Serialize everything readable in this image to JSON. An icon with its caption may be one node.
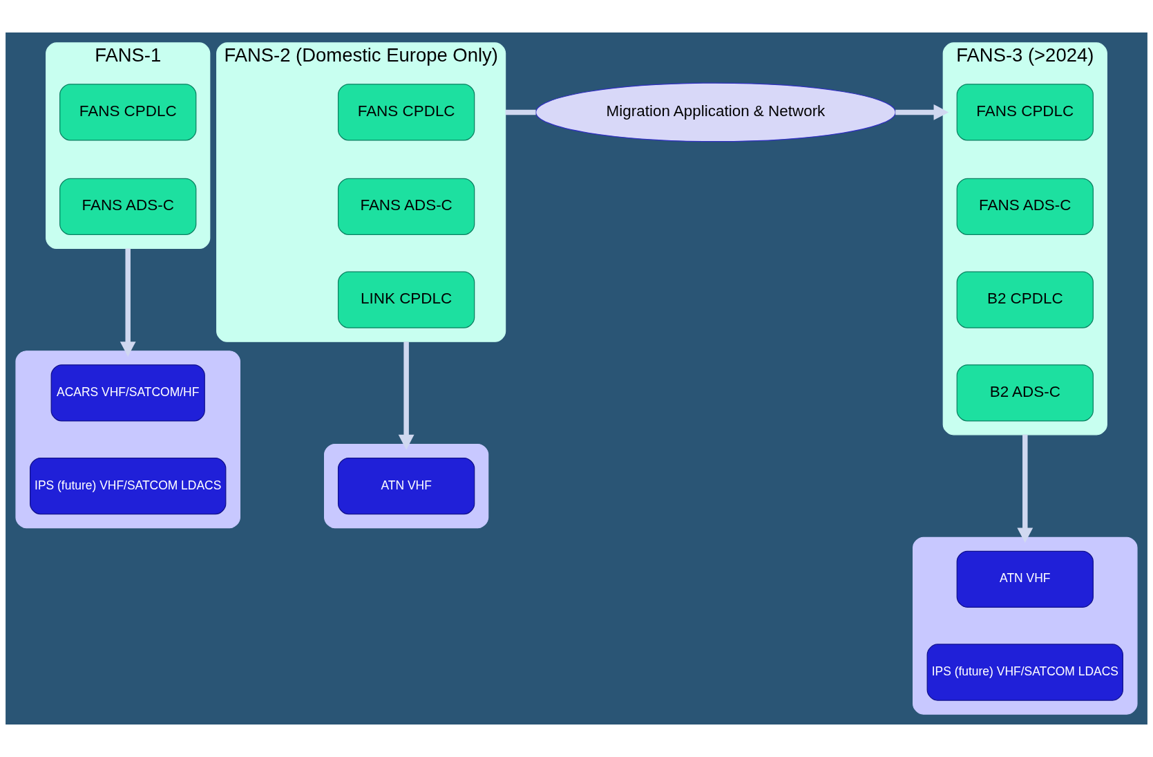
{
  "diagram": {
    "nodes": [
      {
        "text": [
          "FANS-1"
        ]
      },
      {
        "text": [
          "FANS CPDLC"
        ],
        "in": 0
      },
      {
        "text": [
          "FANS ADS-C"
        ],
        "in": 0
      },
      {
        "text": [],
        "shape": "box"
      },
      {
        "text": [
          "ACARS VHF/SATCOM/HF"
        ],
        "in": 3
      },
      {
        "text": [
          "IPS (future) VHF/SATCOM LDACS"
        ],
        "in": 3
      },
      {
        "text": [
          "FANS-2 (Domestic Europe Only)"
        ]
      },
      {
        "text": [
          "FANS CPDLC"
        ],
        "in": 6
      },
      {
        "text": [
          "FANS ADS-C"
        ],
        "in": 6
      },
      {
        "text": [
          "LINK CPDLC"
        ],
        "in": 6
      },
      {
        "text": [],
        "shape": "box"
      },
      {
        "text": [
          "ATN VHF"
        ],
        "in": 10
      },
      {
        "text": [
          "Migration Application & Network"
        ]
      },
      {
        "text": [
          "FANS-3 (>2024)"
        ]
      },
      {
        "text": [
          "FANS CPDLC"
        ],
        "in": 13
      },
      {
        "text": [
          "FANS ADS-C"
        ],
        "in": 13
      },
      {
        "text": [
          "B2 CPDLC"
        ],
        "in": 13
      },
      {
        "text": [
          "B2 ADS-C"
        ],
        "in": 13
      },
      {
        "text": [],
        "shape": "box"
      },
      {
        "text": [
          "ATN VHF"
        ],
        "in": 18
      },
      {
        "text": [
          "IPS (future) VHF/SATCOM LDACS"
        ],
        "in": 18
      }
    ],
    "edges": [
      {
        "from": 0,
        "to": 3,
        "arrow": "to"
      },
      {
        "from": 6,
        "to": 10,
        "arrow": "to"
      },
      {
        "from": 6,
        "to": 12,
        "arrow": "none"
      },
      {
        "from": 12,
        "to": 13,
        "arrow": "to"
      },
      {
        "from": 13,
        "to": 18,
        "arrow": "to"
      }
    ]
  }
}
